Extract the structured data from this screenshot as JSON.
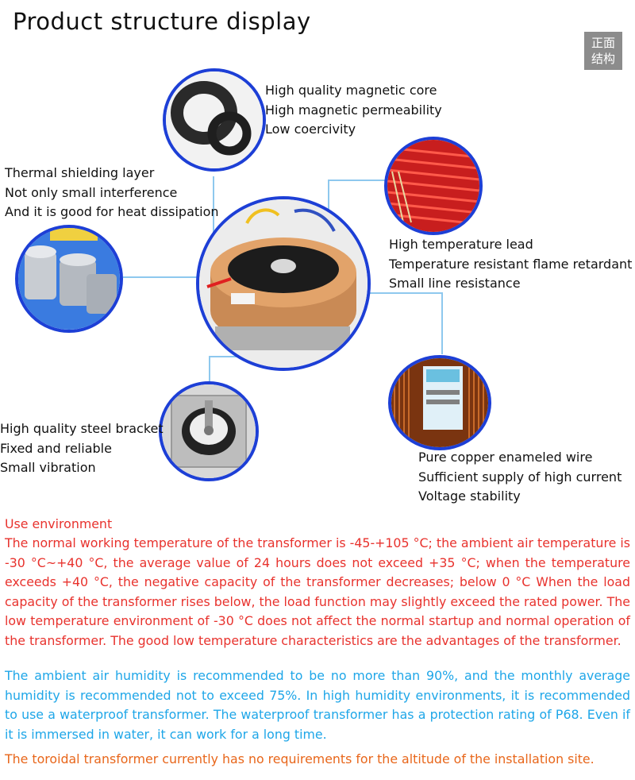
{
  "header": {
    "title": "Product structure display",
    "badge_line1": "正面",
    "badge_line2": "结构"
  },
  "features": {
    "core": [
      "High quality magnetic core",
      "High magnetic permeability",
      "Low coercivity"
    ],
    "shield": [
      "Thermal shielding layer",
      "Not only small interference",
      "And it is good for heat dissipation"
    ],
    "lead": [
      "High temperature lead",
      "Temperature resistant flame retardant",
      "Small line resistance"
    ],
    "bracket": [
      "High quality steel bracket",
      "Fixed and reliable",
      "Small vibration"
    ],
    "wire": [
      "Pure copper enameled wire",
      "Sufficient supply of high current",
      "Voltage stability"
    ]
  },
  "environment": {
    "heading": "Use environment",
    "temperature_text": "The normal working temperature of the transformer is -45-+105 °C; the ambient air temperature is -30 °C~+40 °C, the average value of 24 hours does not exceed +35 °C; when the temperature exceeds +40 °C, the negative capacity of the transformer decreases; below 0 °C When the load capacity of the transformer rises below, the load function may slightly exceed the rated power. The low temperature environment of -30 °C does not affect the normal startup and normal operation of the transformer. The good low temperature characteristics are the advantages of the transformer.",
    "humidity_text": "The ambient air humidity is recommended to be no more than 90%, and the monthly average humidity is recommended not to exceed 75%. In high humidity environments, it is recommended to use a waterproof transformer. The waterproof transformer has a protection rating of P68. Even if it is immersed in water, it can work for a long time.",
    "altitude_text": "The toroidal transformer currently has no requirements for the altitude of the installation site."
  },
  "colors": {
    "circle_border": "#1d3fd6",
    "connector": "#8ec8ee",
    "red_text": "#e8322d",
    "blue_text": "#1ea6e8",
    "orange_text": "#e8661a"
  }
}
